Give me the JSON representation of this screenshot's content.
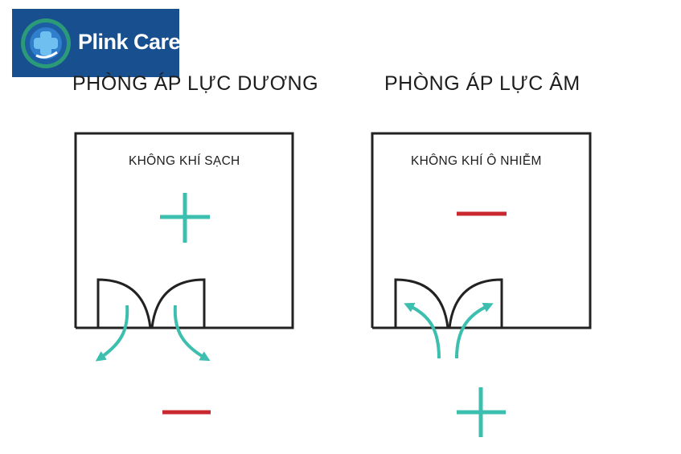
{
  "brand": {
    "name": "Plink Care",
    "colors": {
      "background": "#174f8f",
      "ring": "#3fb58a",
      "cross": "#4aa3e0"
    }
  },
  "rooms": [
    {
      "title": "PHÒNG ÁP LỰC DƯƠNG",
      "label": "KHÔNG KHÍ SẠCH",
      "inside_sign": "+",
      "outside_sign": "−",
      "airflow": "outward"
    },
    {
      "title": "PHÒNG ÁP LỰC ÂM",
      "label": "KHÔNG KHÍ Ô NHIỄM",
      "inside_sign": "−",
      "outside_sign": "+",
      "airflow": "inward"
    }
  ],
  "colors": {
    "plus": "#3cbfae",
    "minus": "#c8282e",
    "line": "#222222"
  }
}
